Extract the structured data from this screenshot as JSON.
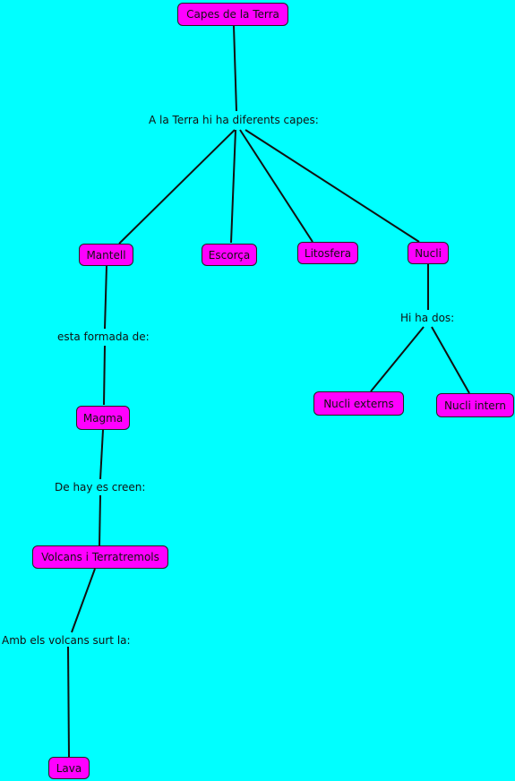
{
  "colors": {
    "background": "#00ffff",
    "concept_fill": "#ff00ff",
    "concept_border": "#222222",
    "link": "#111111",
    "text": "#111111"
  },
  "concepts": {
    "capes": "Capes de la Terra",
    "mantell": "Mantell",
    "escorca": "Escorça",
    "litosfera": "Litosfera",
    "nucli": "Nucli",
    "magma": "Magma",
    "volcans": "Volcans i Terratremols",
    "lava": "Lava",
    "nucli_extern": "Nucli externs",
    "nucli_intern": "Nucli intern"
  },
  "linking_phrases": {
    "diferents_capes": "A la Terra hi ha diferents capes:",
    "formada_de": "esta formada de:",
    "es_creen": "De hay es creen:",
    "surt_la": "Amb els volcans surt la:",
    "hi_ha_dos": "Hi ha dos:"
  }
}
